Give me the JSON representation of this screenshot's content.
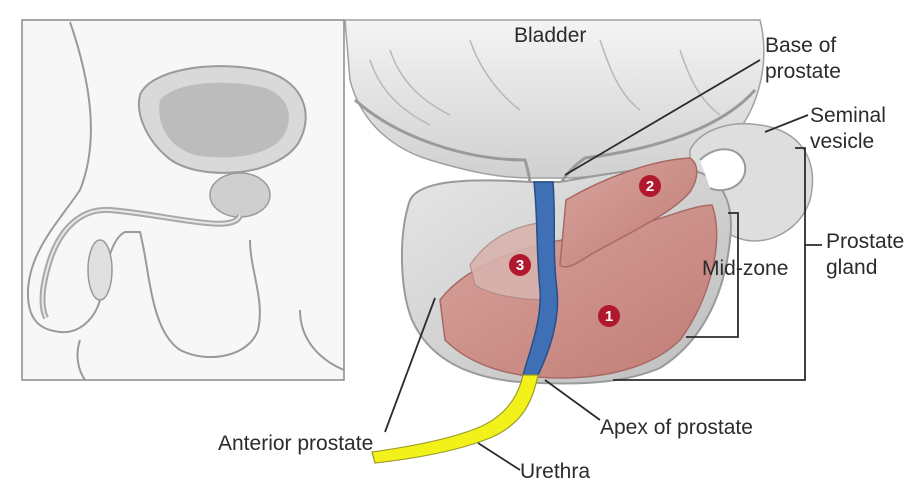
{
  "labels": {
    "bladder": "Bladder",
    "base_line1": "Base of",
    "base_line2": "prostate",
    "seminal_line1": "Seminal",
    "seminal_line2": "vesicle",
    "prostate_line1": "Prostate",
    "prostate_line2": "gland",
    "midzone": "Mid-zone",
    "apex": "Apex of prostate",
    "anterior": "Anterior prostate",
    "urethra": "Urethra"
  },
  "zones": [
    {
      "number": "1"
    },
    {
      "number": "2"
    },
    {
      "number": "3"
    }
  ],
  "colors": {
    "urethra_in_prostate": "#3f6fb5",
    "urethra_outside": "#f2f21a",
    "zone_tissue": "#c98a84",
    "marker": "#b0182e",
    "leader_lines": "#2b2b2b"
  }
}
